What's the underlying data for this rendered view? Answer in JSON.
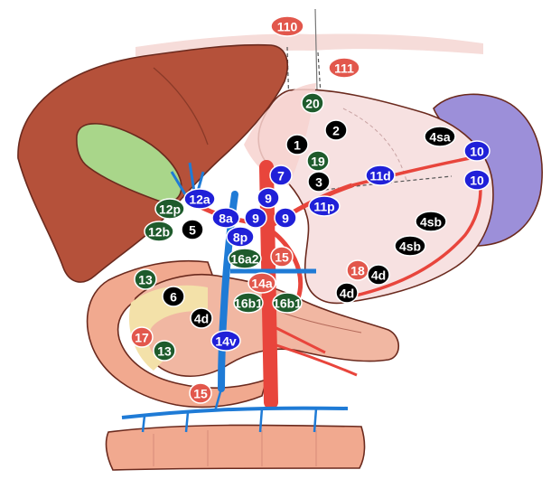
{
  "colors": {
    "background": "#ffffff",
    "liver": "#b5513a",
    "gallbladder": "#a9d68a",
    "stomach": "#f7e1e1",
    "spleen": "#9c8fd9",
    "pancreas": "#f1b7a2",
    "duodenum": "#f1a98f",
    "artery": "#e8453c",
    "vein": "#1f7bd6",
    "fat": "#f3e1a9",
    "mesentery": "#f7d2cf",
    "diaphragm": "#f6dcd9"
  },
  "label_colors": {
    "red": "#e2574c",
    "blue": "#2020d8",
    "green": "#1e5b2c",
    "black": "#000000"
  },
  "labels": [
    {
      "text": "110",
      "color": "red"
    },
    {
      "text": "111",
      "color": "red"
    },
    {
      "text": "20",
      "color": "green"
    },
    {
      "text": "2",
      "color": "black"
    },
    {
      "text": "1",
      "color": "black"
    },
    {
      "text": "19",
      "color": "green"
    },
    {
      "text": "4sa",
      "color": "black"
    },
    {
      "text": "10",
      "color": "blue"
    },
    {
      "text": "10",
      "color": "blue"
    },
    {
      "text": "7",
      "color": "blue"
    },
    {
      "text": "3",
      "color": "black"
    },
    {
      "text": "11d",
      "color": "blue"
    },
    {
      "text": "9",
      "color": "blue"
    },
    {
      "text": "12a",
      "color": "blue"
    },
    {
      "text": "12p",
      "color": "green"
    },
    {
      "text": "8a",
      "color": "blue"
    },
    {
      "text": "9",
      "color": "blue"
    },
    {
      "text": "9",
      "color": "blue"
    },
    {
      "text": "11p",
      "color": "blue"
    },
    {
      "text": "12b",
      "color": "green"
    },
    {
      "text": "5",
      "color": "black"
    },
    {
      "text": "8p",
      "color": "blue"
    },
    {
      "text": "4sb",
      "color": "black"
    },
    {
      "text": "16a2",
      "color": "green"
    },
    {
      "text": "15",
      "color": "red"
    },
    {
      "text": "4sb",
      "color": "black"
    },
    {
      "text": "13",
      "color": "green"
    },
    {
      "text": "18",
      "color": "red"
    },
    {
      "text": "4d",
      "color": "black"
    },
    {
      "text": "14a",
      "color": "red"
    },
    {
      "text": "4d",
      "color": "black"
    },
    {
      "text": "6",
      "color": "black"
    },
    {
      "text": "16b1",
      "color": "green"
    },
    {
      "text": "16b1",
      "color": "green"
    },
    {
      "text": "4d",
      "color": "black"
    },
    {
      "text": "17",
      "color": "red"
    },
    {
      "text": "14v",
      "color": "blue"
    },
    {
      "text": "13",
      "color": "green"
    },
    {
      "text": "15",
      "color": "red"
    }
  ]
}
